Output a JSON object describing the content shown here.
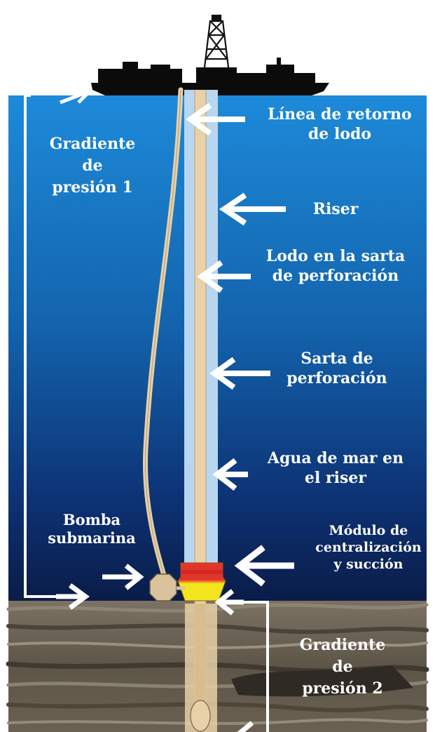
{
  "labels": {
    "return_line": [
      "Línea de retorno",
      "de lodo"
    ],
    "riser": [
      "Riser"
    ],
    "mud_in_string": [
      "Lodo en la sarta",
      "de perforación"
    ],
    "drill_string": [
      "Sarta de",
      "perforación"
    ],
    "seawater": [
      "Agua de mar en",
      "el riser"
    ],
    "module": [
      "Módulo de",
      "centralización",
      "y succión"
    ],
    "pump": [
      "Bomba",
      "submarina"
    ],
    "gradient1": [
      "Gradiente",
      "de",
      "presión 1"
    ],
    "gradient2": [
      "Gradiente",
      "de",
      "presión 2"
    ]
  },
  "colors": {
    "sky": "#ffffff",
    "sea_top": "#1f86d6",
    "sea_bottom": "#0b1f4f",
    "seafloor": "#6e6558",
    "pipe": "#e8d0a8",
    "riser_water": "#b9d6f0",
    "module_red": "#e5352b",
    "module_yellow": "#f2e51f",
    "arrow": "#ffffff"
  }
}
